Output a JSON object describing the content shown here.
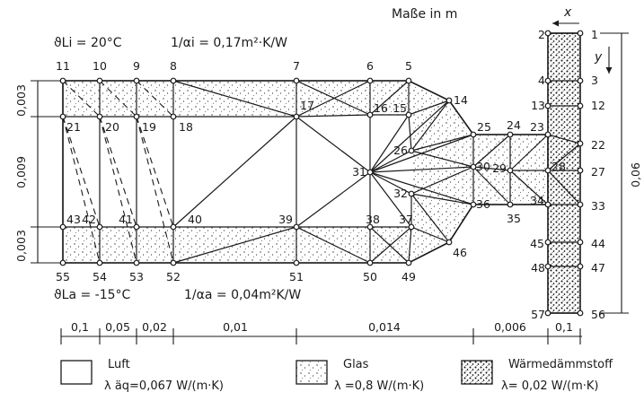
{
  "header": {
    "units": "Maße in m",
    "inner_temp": "ϑLi = 20°C",
    "inner_resistance": "1/αi = 0,17m²·K/W",
    "outer_temp": "ϑLa = -15°C",
    "outer_resistance": "1/αa = 0,04m²K/W",
    "x_axis": "x",
    "y_axis": "y"
  },
  "dimensions": {
    "left": [
      "0,003",
      "0,009",
      "0,003"
    ],
    "bottom": [
      "0,1",
      "0,05",
      "0,02",
      "0,01",
      "0,014",
      "0,006",
      "0,1"
    ],
    "right": "0,06"
  },
  "legend": [
    {
      "name": "Luft",
      "lambda": "λ äq=0,067 W/(m·K)",
      "fill": "#ffffff"
    },
    {
      "name": "Glas",
      "lambda": "λ =0,8 W/(m·K)",
      "fill": "glass"
    },
    {
      "name": "Wärmedämmstoff",
      "lambda": "λ= 0,02 W/(m·K)",
      "fill": "insul"
    }
  ],
  "colors": {
    "ink": "#1a1a1a",
    "paper": "#ffffff"
  },
  "node_labels": [
    "1",
    "2",
    "3",
    "4",
    "5",
    "6",
    "7",
    "8",
    "9",
    "10",
    "11",
    "12",
    "13",
    "14",
    "15",
    "16",
    "17",
    "18",
    "19",
    "20",
    "21",
    "22",
    "23",
    "24",
    "25",
    "26",
    "27",
    "28",
    "29",
    "30",
    "31",
    "32",
    "33",
    "34",
    "35",
    "36",
    "37",
    "38",
    "39",
    "40",
    "41",
    "42",
    "43",
    "44",
    "45",
    "46",
    "47",
    "48",
    "49",
    "50",
    "51",
    "52",
    "53",
    "54",
    "55",
    "56",
    "57"
  ]
}
